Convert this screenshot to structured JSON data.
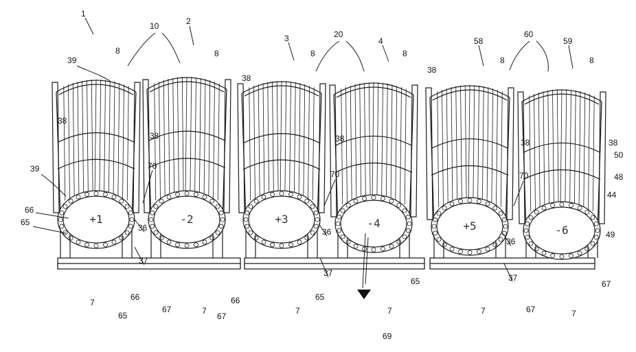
{
  "drawing": {
    "line_color": "#1a1a1a",
    "background": "#ffffff",
    "drums": [
      {
        "ref": "1",
        "disc_label": "+1"
      },
      {
        "ref": "2",
        "disc_label": "-2"
      },
      {
        "ref": "3",
        "disc_label": "+3"
      },
      {
        "ref": "4",
        "disc_label": "-4"
      },
      {
        "ref": "58",
        "disc_label": "+5"
      },
      {
        "ref": "59",
        "disc_label": "-6"
      }
    ],
    "pair_refs": [
      "10",
      "20",
      "60"
    ],
    "labels": {
      "top_cap": "8",
      "rail": "38",
      "top_edge": "39",
      "front_edge": "39",
      "disc": "7",
      "base_a": "65",
      "base_b": "66",
      "base_c": "67",
      "frame_a": "36",
      "frame_b": "37",
      "frame_c": "70",
      "tube_a": "50",
      "tube_b": "48",
      "tube_c": "44",
      "bolt": "49",
      "direction": "69"
    }
  }
}
